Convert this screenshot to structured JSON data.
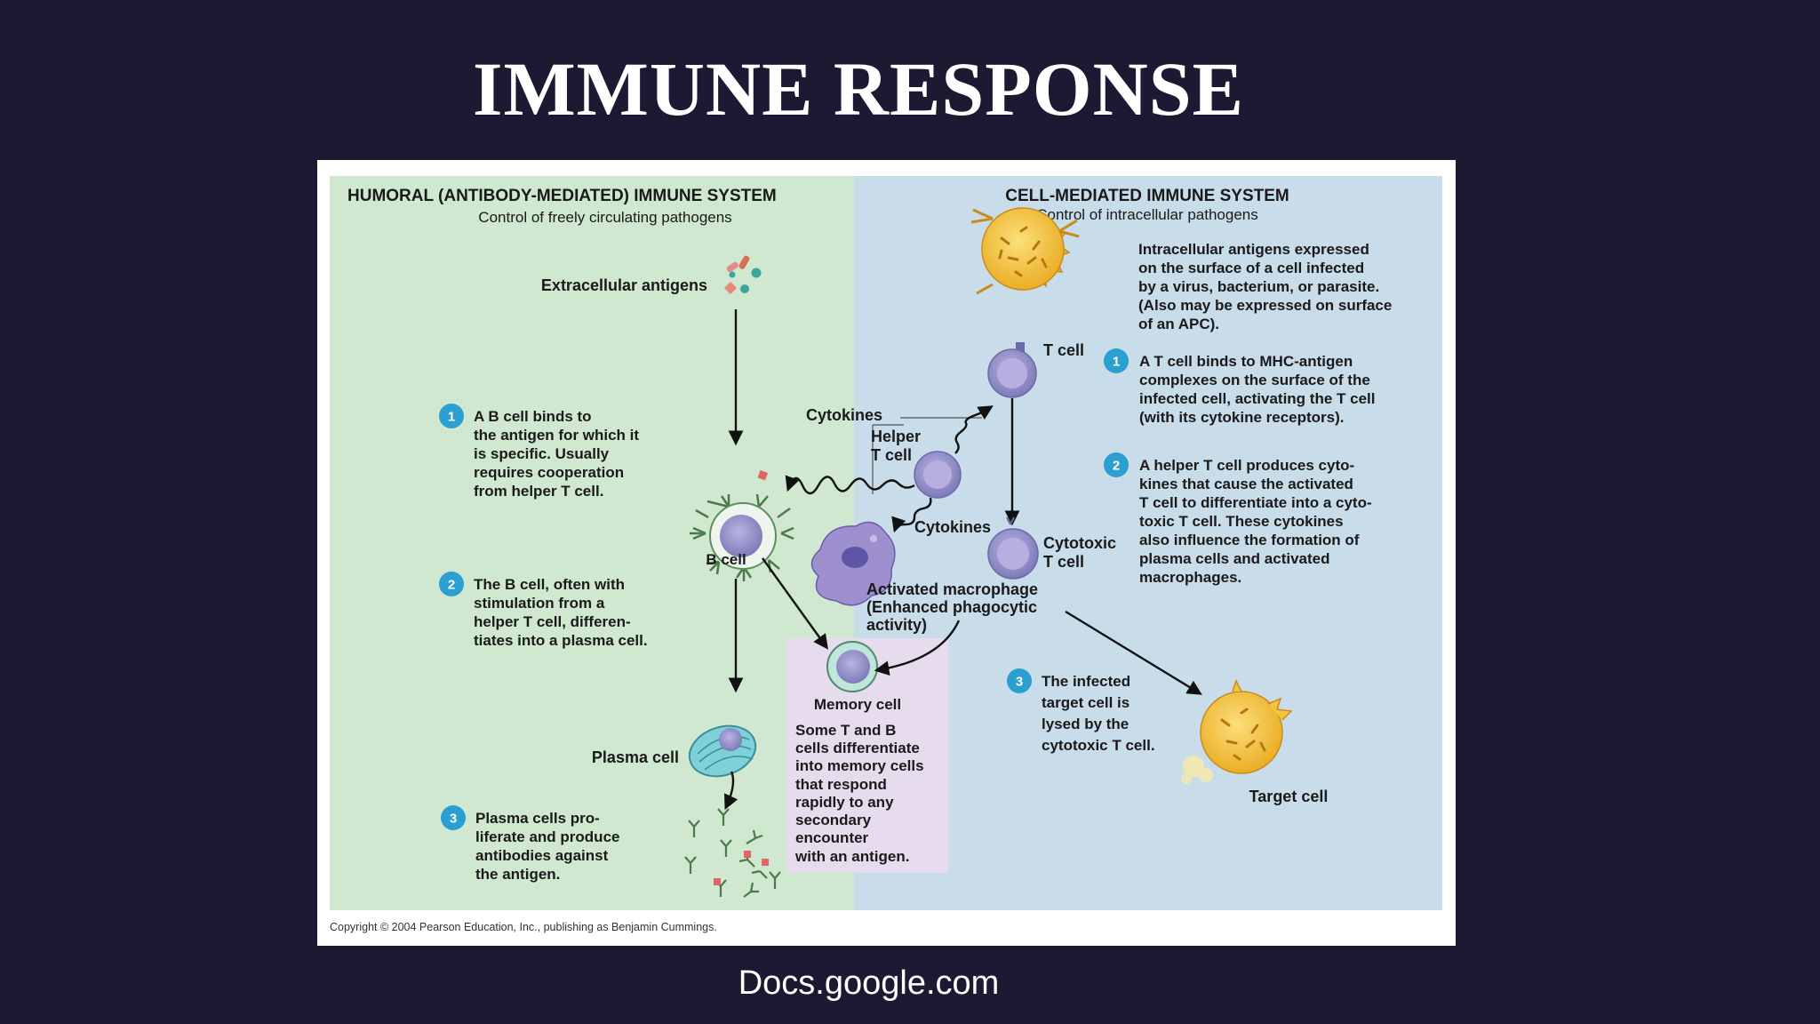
{
  "slide": {
    "title": "IMMUNE RESPONSE",
    "source": "Docs.google.com"
  },
  "figure": {
    "humoral": {
      "title": "HUMORAL (ANTIBODY-MEDIATED) IMMUNE SYSTEM",
      "subtitle": "Control of freely circulating pathogens",
      "antigens_label": "Extracellular antigens",
      "b_cell_label": "B cell",
      "plasma_cell_label": "Plasma cell",
      "memory_cell_label": "Memory cell",
      "memory_note": [
        "Some T and B",
        "cells differentiate",
        "into memory cells",
        "that respond",
        "rapidly to any",
        "secondary",
        "encounter",
        "with an antigen."
      ],
      "steps": [
        {
          "num": "1",
          "lines": [
            "A B cell binds to",
            "the antigen for which it",
            "is specific. Usually",
            "requires cooperation",
            "from helper T cell."
          ]
        },
        {
          "num": "2",
          "lines": [
            "The B cell, often with",
            "stimulation from a",
            "helper T cell, differen-",
            "tiates into a plasma cell."
          ]
        },
        {
          "num": "3",
          "lines": [
            "Plasma cells pro-",
            "liferate and produce",
            "antibodies against",
            "the antigen."
          ]
        }
      ]
    },
    "cell_mediated": {
      "title": "CELL-MEDIATED IMMUNE SYSTEM",
      "subtitle": "Control of intracellular pathogens",
      "intro": [
        "Intracellular antigens expressed",
        "on the surface of a cell infected",
        "by a virus, bacterium, or parasite.",
        "(Also may be expressed on surface",
        "of an APC)."
      ],
      "t_cell_label": "T cell",
      "cytokines_top": "Cytokines",
      "helper_t_cell": [
        "Helper",
        "T cell"
      ],
      "cytokines_bottom": "Cytokines",
      "cytotoxic_t_cell": [
        "Cytotoxic",
        "T cell"
      ],
      "macrophage_label": [
        "Activated macrophage",
        "(Enhanced phagocytic",
        "activity)"
      ],
      "target_cell_label": "Target cell",
      "steps": [
        {
          "num": "1",
          "lines": [
            "A T cell binds to MHC-antigen",
            "complexes on the surface of the",
            "infected cell, activating the T cell",
            "(with its cytokine receptors)."
          ]
        },
        {
          "num": "2",
          "lines": [
            "A helper T cell produces cyto-",
            "kines that cause the activated",
            "T cell to differentiate into a cyto-",
            "toxic T cell.  These cytokines",
            "also influence the formation of",
            "plasma cells and activated",
            "macrophages."
          ]
        },
        {
          "num": "3",
          "lines": [
            "The infected",
            "target cell is",
            "lysed by the",
            "cytotoxic T cell."
          ]
        }
      ]
    },
    "copyright": "Copyright © 2004 Pearson Education, Inc., publishing as Benjamin Cummings.",
    "colors": {
      "humoral_bg": "#cfe8cf",
      "cell_mediated_bg": "#c9dcea",
      "memory_box_bg": "#e6dcee",
      "step_badge": "#2a9fd0",
      "lymphocyte": "#9e9bd0",
      "infected_cell": "#f3c43c"
    }
  }
}
